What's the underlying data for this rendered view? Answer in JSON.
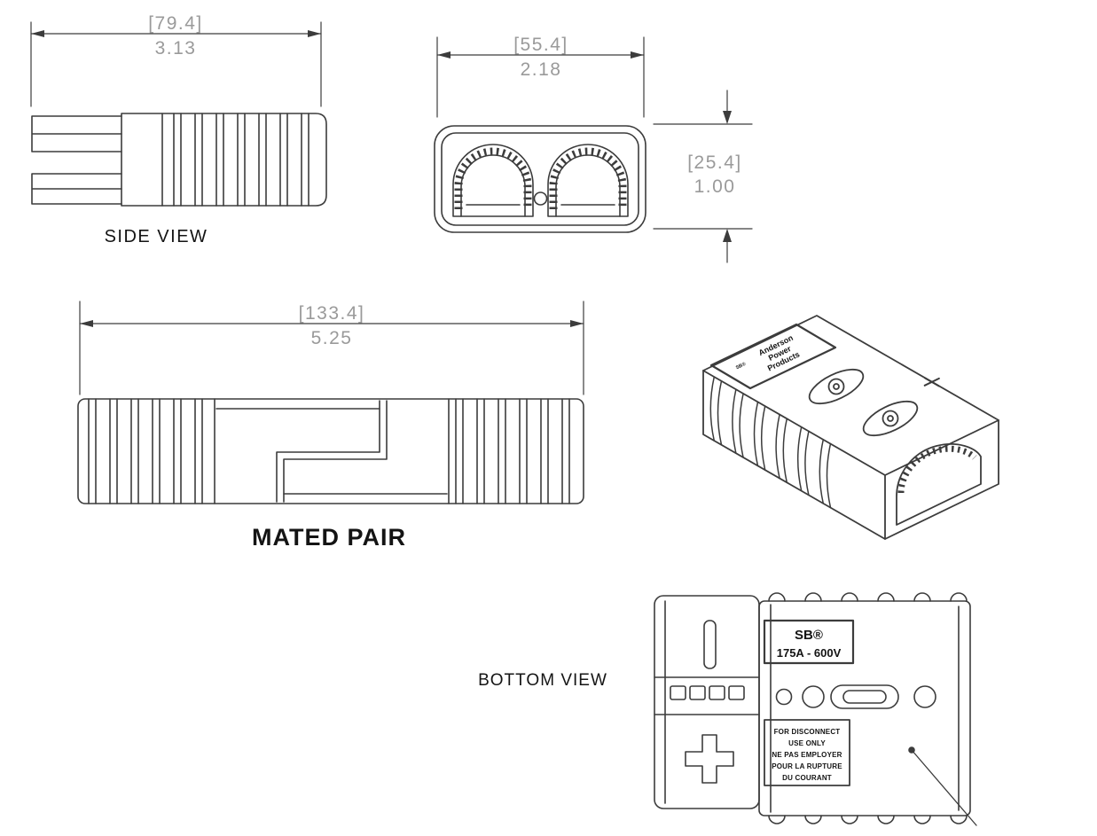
{
  "colors": {
    "background": "#ffffff",
    "line": "#3c3c3c",
    "dim_text": "#9a9a9a",
    "label_text": "#141414"
  },
  "side_view": {
    "label": "SIDE VIEW",
    "width_dim_mm": "[79.4]",
    "width_dim_in": "3.13"
  },
  "front_view": {
    "width_dim_mm": "[55.4]",
    "width_dim_in": "2.18",
    "height_dim_mm": "[25.4]",
    "height_dim_in": "1.00"
  },
  "mated_pair": {
    "label": "MATED PAIR",
    "width_dim_mm": "[133.4]",
    "width_dim_in": "5.25"
  },
  "isometric_view": {
    "brand_line1": "Anderson",
    "brand_line2": "Power",
    "brand_line3": "Products",
    "model": "SB®"
  },
  "bottom_view": {
    "label": "BOTTOM VIEW",
    "product_name": "SB®",
    "product_rating": "175A - 600V",
    "warning_line1": "FOR DISCONNECT",
    "warning_line2": "USE ONLY",
    "warning_line3": "NE PAS EMPLOYER",
    "warning_line4": "POUR LA RUPTURE",
    "warning_line5": "DU COURANT"
  }
}
